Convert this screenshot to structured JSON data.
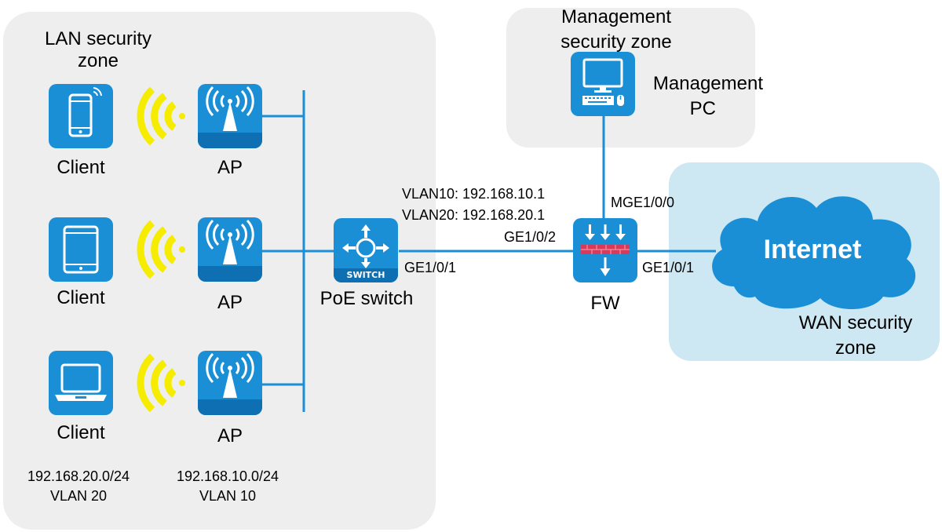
{
  "zones": {
    "lan": {
      "label_line1": "LAN security",
      "label_line2": "zone"
    },
    "management": {
      "label_line1": "Management",
      "label_line2": "security zone"
    },
    "wan": {
      "label_line1": "WAN security",
      "label_line2": "zone"
    }
  },
  "devices": {
    "clients": [
      {
        "label": "Client",
        "icon": "smartphone-icon"
      },
      {
        "label": "Client",
        "icon": "tablet-icon"
      },
      {
        "label": "Client",
        "icon": "laptop-icon"
      }
    ],
    "aps": [
      {
        "label": "AP",
        "icon": "access-point-icon"
      },
      {
        "label": "AP",
        "icon": "access-point-icon"
      },
      {
        "label": "AP",
        "icon": "access-point-icon"
      }
    ],
    "switch": {
      "label": "PoE switch",
      "badge": "SWITCH",
      "icon": "switch-icon"
    },
    "firewall": {
      "label": "FW",
      "icon": "firewall-icon"
    },
    "management_pc": {
      "label_line1": "Management",
      "label_line2": "PC",
      "icon": "pc-icon"
    },
    "internet": {
      "label": "Internet",
      "icon": "cloud-icon"
    }
  },
  "interfaces": {
    "switch_uplink": "GE1/0/1",
    "fw_lan": "GE1/0/2",
    "fw_wan": "GE1/0/1",
    "fw_mgmt": "MGE1/0/0",
    "vlan10_gw": "VLAN10: 192.168.10.1",
    "vlan20_gw": "VLAN20: 192.168.20.1"
  },
  "subnets": {
    "clients": {
      "network": "192.168.20.0/24",
      "vlan": "VLAN 20"
    },
    "aps": {
      "network": "192.168.10.0/24",
      "vlan": "VLAN 10"
    }
  },
  "colors": {
    "link": "#1a8fd6",
    "device": "#1a8fd6",
    "device_dark": "#0f6fb3",
    "wireless": "#f5ec00",
    "zone_gray": "#eeeeee",
    "zone_wan": "#cde8f3",
    "firewall_bricks": "#d83a5a"
  }
}
